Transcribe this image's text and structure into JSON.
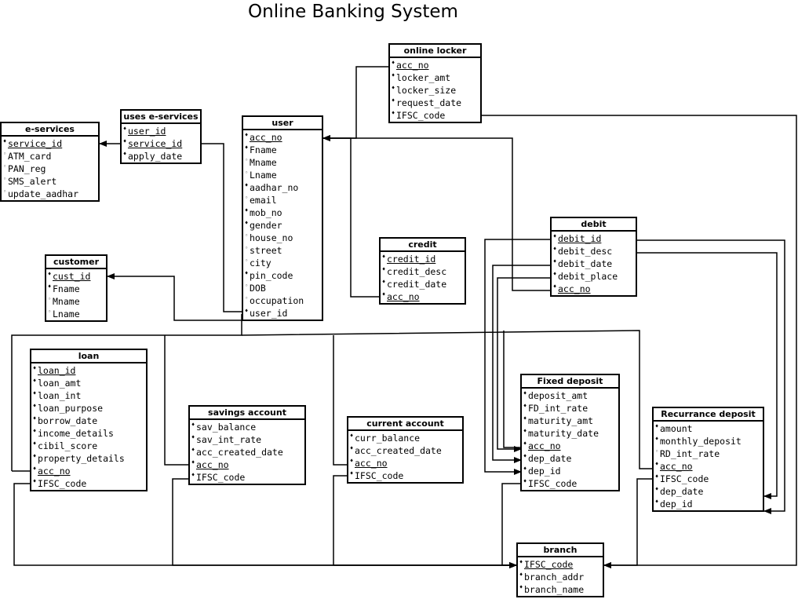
{
  "title": "Online Banking System",
  "entities": {
    "online_locker": {
      "name": "online locker",
      "attributes": [
        {
          "name": "acc_no",
          "key": true,
          "marker": "♦"
        },
        {
          "name": "locker_amt",
          "marker": "♦"
        },
        {
          "name": "locker_size",
          "marker": "♦"
        },
        {
          "name": "request_date",
          "marker": "♦"
        },
        {
          "name": "IFSC_code",
          "marker": "♦"
        }
      ]
    },
    "uses_e_services": {
      "name": "uses e-services",
      "attributes": [
        {
          "name": "user_id",
          "key": true,
          "marker": "♦"
        },
        {
          "name": "service_id",
          "key": true,
          "marker": "♦"
        },
        {
          "name": "apply_date",
          "marker": "♦"
        }
      ]
    },
    "e_services": {
      "name": "e-services",
      "attributes": [
        {
          "name": "service_id",
          "key": true,
          "marker": "♦"
        },
        {
          "name": "ATM_card",
          "marker": "◦"
        },
        {
          "name": "PAN_reg",
          "marker": "◦"
        },
        {
          "name": "SMS_alert",
          "marker": "◦"
        },
        {
          "name": "update_aadhar",
          "marker": "◦"
        }
      ]
    },
    "user": {
      "name": "user",
      "attributes": [
        {
          "name": "acc_no",
          "key": true,
          "marker": "♦"
        },
        {
          "name": "Fname",
          "marker": "♦"
        },
        {
          "name": "Mname",
          "marker": "◦"
        },
        {
          "name": "Lname",
          "marker": "◦"
        },
        {
          "name": "aadhar_no",
          "marker": "♦"
        },
        {
          "name": "email",
          "marker": "◦"
        },
        {
          "name": "mob_no",
          "marker": "♦"
        },
        {
          "name": "gender",
          "marker": "♦"
        },
        {
          "name": "house_no",
          "marker": "◦"
        },
        {
          "name": "street",
          "marker": "◦"
        },
        {
          "name": "city",
          "marker": "◦"
        },
        {
          "name": "pin_code",
          "marker": "♦"
        },
        {
          "name": "DOB",
          "marker": "◦"
        },
        {
          "name": "occupation",
          "marker": "◦"
        },
        {
          "name": "user_id",
          "marker": "♦"
        }
      ]
    },
    "customer": {
      "name": "customer",
      "attributes": [
        {
          "name": "cust_id",
          "key": true,
          "marker": "♦"
        },
        {
          "name": "Fname",
          "marker": "♦"
        },
        {
          "name": "Mname",
          "marker": "◦"
        },
        {
          "name": "Lname",
          "marker": "◦"
        }
      ]
    },
    "credit": {
      "name": "credit",
      "attributes": [
        {
          "name": "credit_id",
          "key": true,
          "marker": "♦"
        },
        {
          "name": "credit_desc",
          "marker": "♦"
        },
        {
          "name": "credit_date",
          "marker": "♦"
        },
        {
          "name": "acc_no",
          "key": true,
          "marker": "♦"
        }
      ]
    },
    "debit": {
      "name": "debit",
      "attributes": [
        {
          "name": "debit_id",
          "key": true,
          "marker": "♦"
        },
        {
          "name": "debit_desc",
          "marker": "♦"
        },
        {
          "name": "debit_date",
          "marker": "♦"
        },
        {
          "name": "debit_place",
          "marker": "♦"
        },
        {
          "name": "acc_no",
          "key": true,
          "marker": "♦"
        }
      ]
    },
    "loan": {
      "name": "loan",
      "attributes": [
        {
          "name": "loan_id",
          "key": true,
          "marker": "♦"
        },
        {
          "name": "loan_amt",
          "marker": "♦"
        },
        {
          "name": "loan_int",
          "marker": "♦"
        },
        {
          "name": "loan_purpose",
          "marker": "♦"
        },
        {
          "name": "borrow_date",
          "marker": "♦"
        },
        {
          "name": "income_details",
          "marker": "♦"
        },
        {
          "name": "cibil_score",
          "marker": "♦"
        },
        {
          "name": "property_details",
          "marker": "♦"
        },
        {
          "name": "acc_no",
          "key": true,
          "marker": "♦"
        },
        {
          "name": "IFSC_code",
          "marker": "♦"
        }
      ]
    },
    "savings_account": {
      "name": "savings account",
      "attributes": [
        {
          "name": "sav_balance",
          "marker": "♦"
        },
        {
          "name": "sav_int_rate",
          "marker": "♦"
        },
        {
          "name": "acc_created_date",
          "marker": "♦"
        },
        {
          "name": "acc_no",
          "key": true,
          "marker": "♦"
        },
        {
          "name": "IFSC_code",
          "marker": "♦"
        }
      ]
    },
    "current_account": {
      "name": "current account",
      "attributes": [
        {
          "name": "curr_balance",
          "marker": "♦"
        },
        {
          "name": "acc_created_date",
          "marker": "♦"
        },
        {
          "name": "acc_no",
          "key": true,
          "marker": "♦"
        },
        {
          "name": "IFSC_code",
          "marker": "♦"
        }
      ]
    },
    "fixed_deposit": {
      "name": "Fixed deposit",
      "attributes": [
        {
          "name": "deposit_amt",
          "marker": "♦"
        },
        {
          "name": "FD_int_rate",
          "marker": "♦"
        },
        {
          "name": "maturity_amt",
          "marker": "♦"
        },
        {
          "name": "maturity_date",
          "marker": "♦"
        },
        {
          "name": "acc_no",
          "key": true,
          "marker": "♦"
        },
        {
          "name": "dep_date",
          "marker": "♦"
        },
        {
          "name": "dep_id",
          "marker": "♦"
        },
        {
          "name": "IFSC_code",
          "marker": "♦"
        }
      ]
    },
    "recurrance_deposit": {
      "name": "Recurrance deposit",
      "attributes": [
        {
          "name": "amount",
          "marker": "♦"
        },
        {
          "name": "monthly_deposit",
          "marker": "♦"
        },
        {
          "name": "RD_int_rate",
          "marker": "◦"
        },
        {
          "name": "acc_no",
          "key": true,
          "marker": "♦"
        },
        {
          "name": "IFSC_code",
          "marker": "♦"
        },
        {
          "name": "dep_date",
          "marker": "♦"
        },
        {
          "name": "dep_id",
          "marker": "♦"
        }
      ]
    },
    "branch": {
      "name": "branch",
      "attributes": [
        {
          "name": "IFSC_code",
          "key": true,
          "marker": "♦"
        },
        {
          "name": "branch_addr",
          "marker": "♦"
        },
        {
          "name": "branch_name",
          "marker": "♦"
        }
      ]
    }
  }
}
